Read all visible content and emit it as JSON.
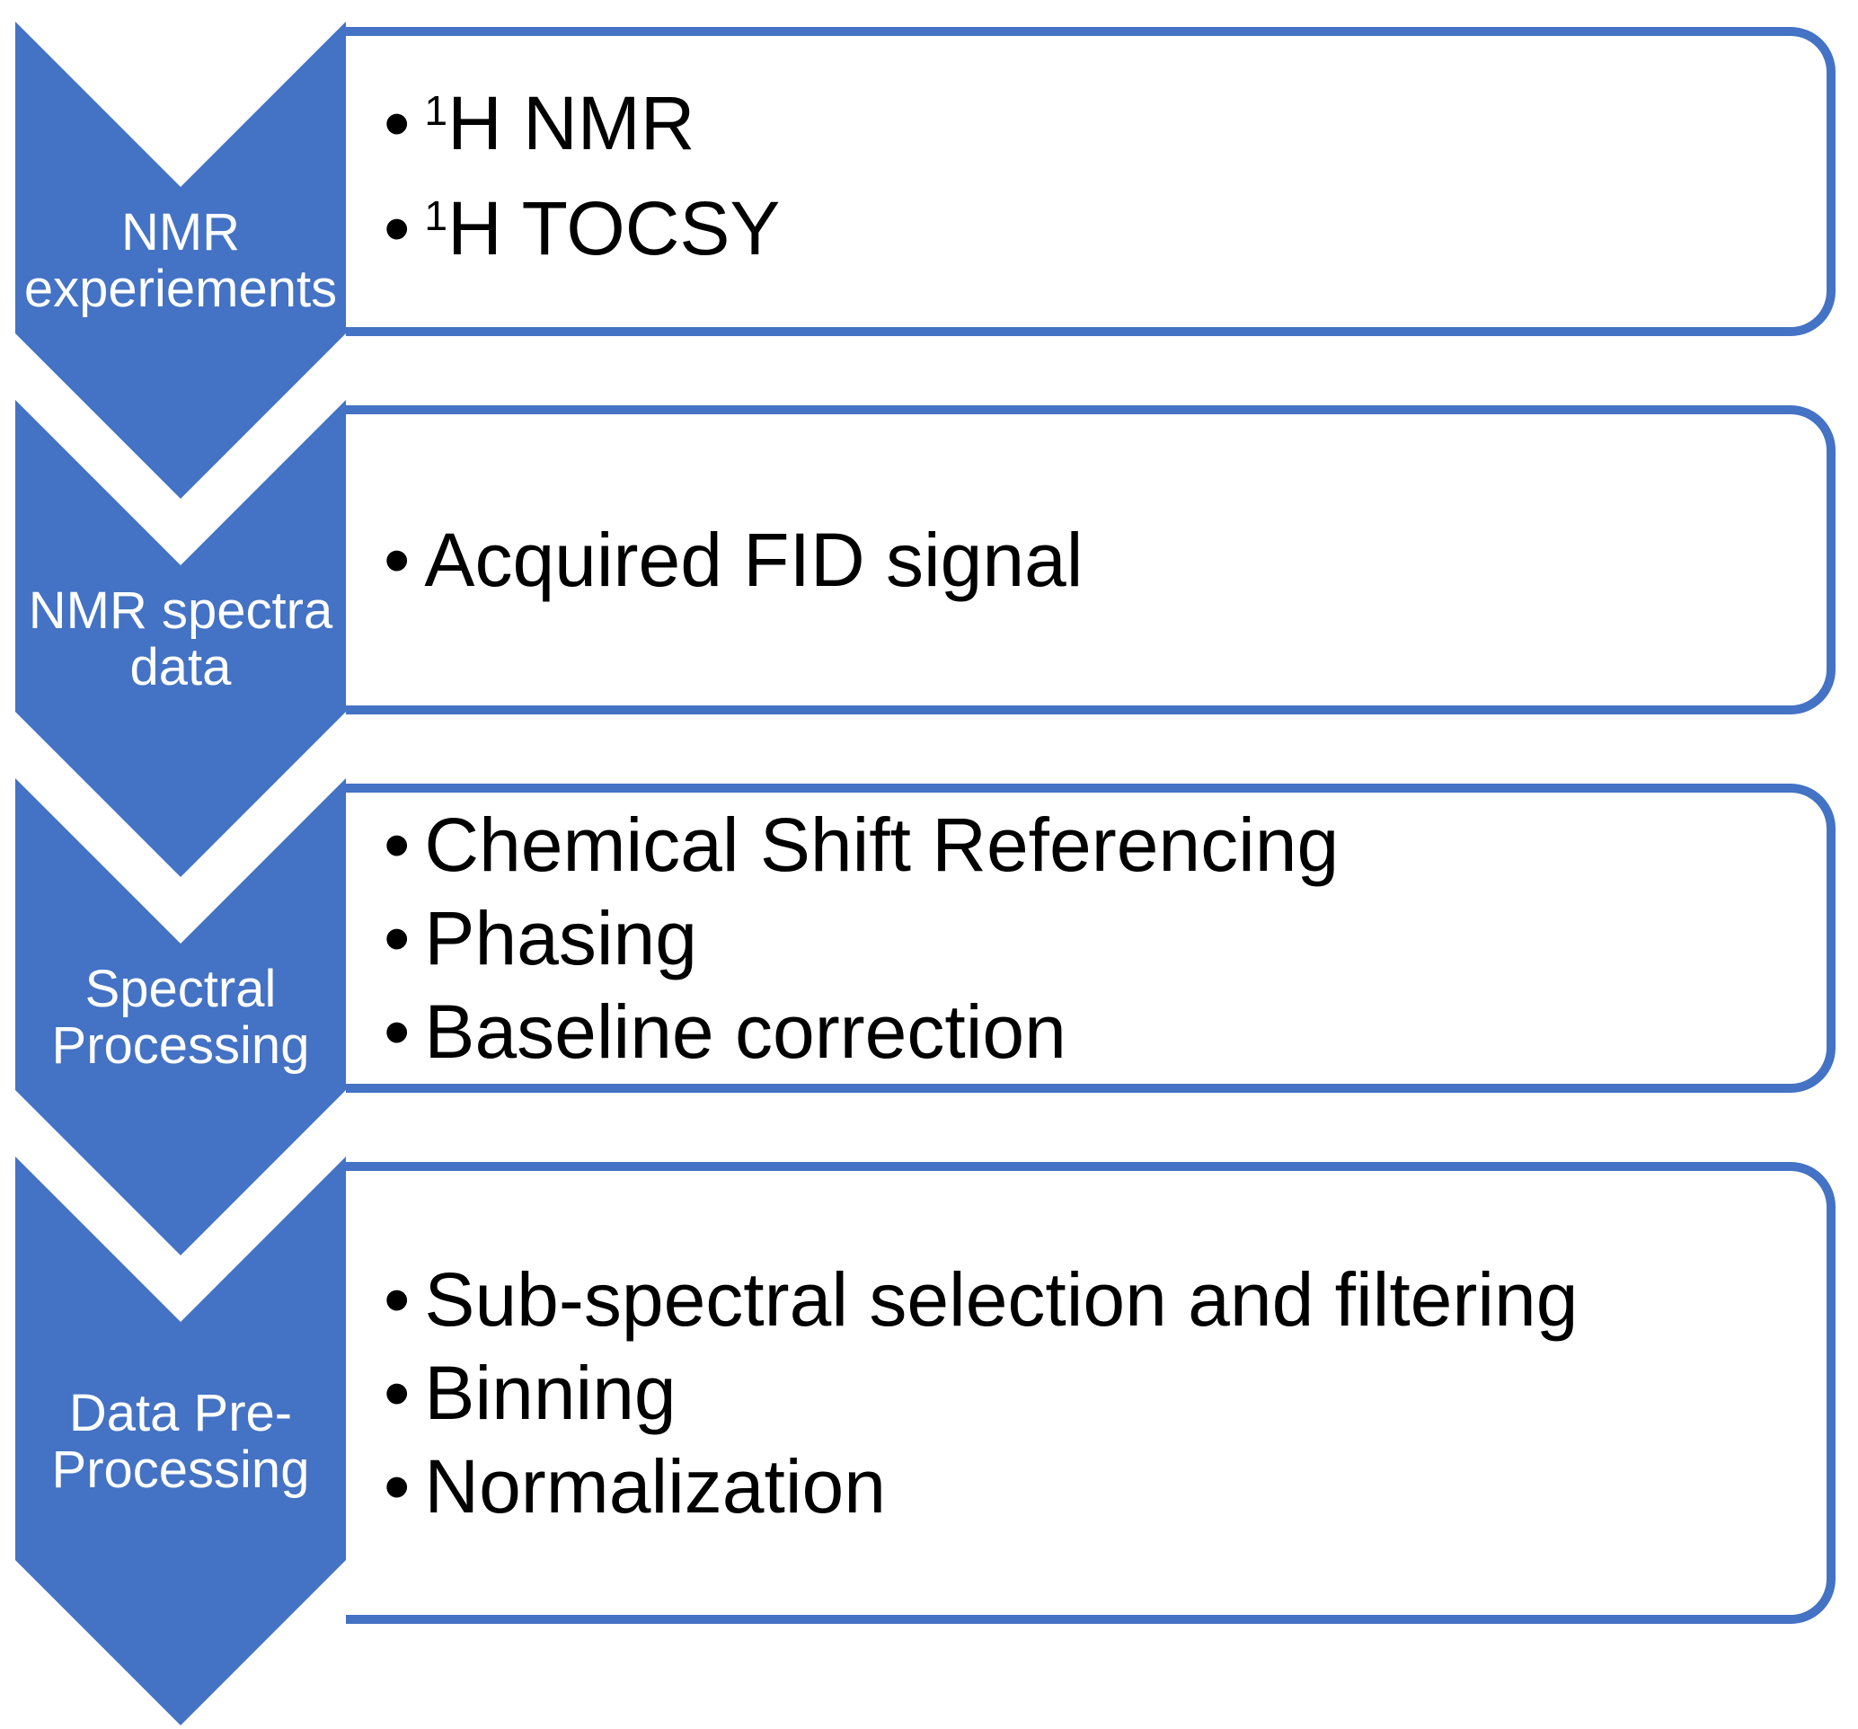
{
  "diagram": {
    "type": "vertical-chevron-process",
    "colors": {
      "accent_blue": "#4472C4",
      "label_text": "#FFFFFF",
      "bullet_text": "#000000",
      "background": "#FFFFFF"
    },
    "bullet_glyph": "•",
    "steps": [
      {
        "label_lines": [
          "NMR",
          "experiements"
        ],
        "bullets": [
          {
            "superscript": "1",
            "text": "H NMR"
          },
          {
            "superscript": "1",
            "text": "H TOCSY"
          }
        ]
      },
      {
        "label_lines": [
          "NMR spectra",
          "data"
        ],
        "bullets": [
          {
            "superscript": "",
            "text": "Acquired FID signal"
          }
        ]
      },
      {
        "label_lines": [
          "Spectral",
          "Processing"
        ],
        "bullets": [
          {
            "superscript": "",
            "text": "Chemical Shift Referencing"
          },
          {
            "superscript": "",
            "text": "Phasing"
          },
          {
            "superscript": "",
            "text": "Baseline correction"
          }
        ]
      },
      {
        "label_lines": [
          "Data Pre-",
          "Processing"
        ],
        "bullets": [
          {
            "superscript": "",
            "text": "Sub-spectral selection and filtering"
          },
          {
            "superscript": "",
            "text": "Binning"
          },
          {
            "superscript": "",
            "text": "Normalization"
          }
        ]
      }
    ]
  }
}
